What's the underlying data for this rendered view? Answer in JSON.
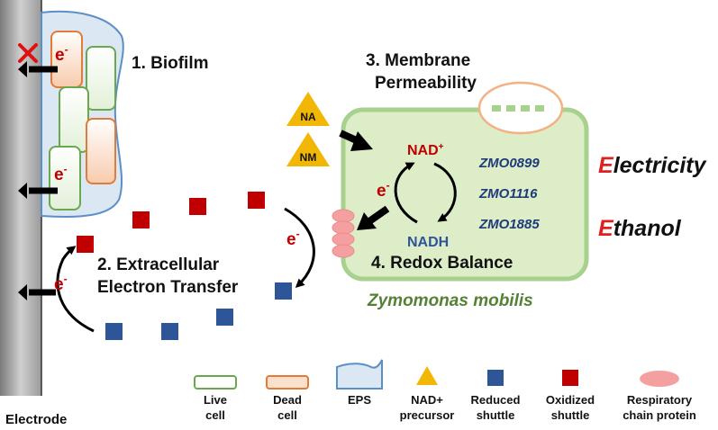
{
  "labels": {
    "biofilm": "1. Biofilm",
    "eet_line1": "2. Extracellular",
    "eet_line2": "Electron Transfer",
    "permeability_line1": "3. Membrane",
    "permeability_line2": "Permeability",
    "redox": "4. Redox Balance",
    "organism": "Zymomonas mobilis",
    "nad_plus": "NAD",
    "nad_plus_sup": "+",
    "nadh": "NADH",
    "electron": "e",
    "electron_sup": "-",
    "precursor_na": "NA",
    "precursor_nm": "NM",
    "electrode": "Electrode"
  },
  "genes": [
    "ZMO0899",
    "ZMO1116",
    "ZMO1885"
  ],
  "outputs": [
    {
      "initial": "E",
      "rest": "lectricity"
    },
    {
      "initial": "E",
      "rest": "thanol"
    }
  ],
  "legend": [
    {
      "icon": "live-cell-icon",
      "line1": "Live",
      "line2": "cell"
    },
    {
      "icon": "dead-cell-icon",
      "line1": "Dead",
      "line2": "cell"
    },
    {
      "icon": "eps-icon",
      "line1": "EPS",
      "line2": ""
    },
    {
      "icon": "nad-precursor-icon",
      "line1": "NAD+",
      "line2": "precursor"
    },
    {
      "icon": "reduced-shuttle-icon",
      "line1": "Reduced",
      "line2": "shuttle"
    },
    {
      "icon": "oxidized-shuttle-icon",
      "line1": "Oxidized",
      "line2": "shuttle"
    },
    {
      "icon": "respiratory-protein-icon",
      "line1": "Respiratory",
      "line2": "chain protein"
    }
  ],
  "colors": {
    "live_cell": "#6aa84f",
    "dead_cell": "#e07b39",
    "eps_stroke": "#5b8fc7",
    "eps_fill": "#dbe7f3",
    "precursor": "#f2b705",
    "reduced_shuttle": "#2e5597",
    "oxidized_shuttle": "#c00000",
    "respiratory_protein": "#f4a0a0",
    "zymo_cell_fill": "#dcedc8",
    "zymo_cell_stroke": "#a9d18e",
    "gene_text": "#1f3b7a",
    "output_accent": "#e02020",
    "nad_red": "#c00000",
    "nadh_blue": "#2e5597"
  }
}
